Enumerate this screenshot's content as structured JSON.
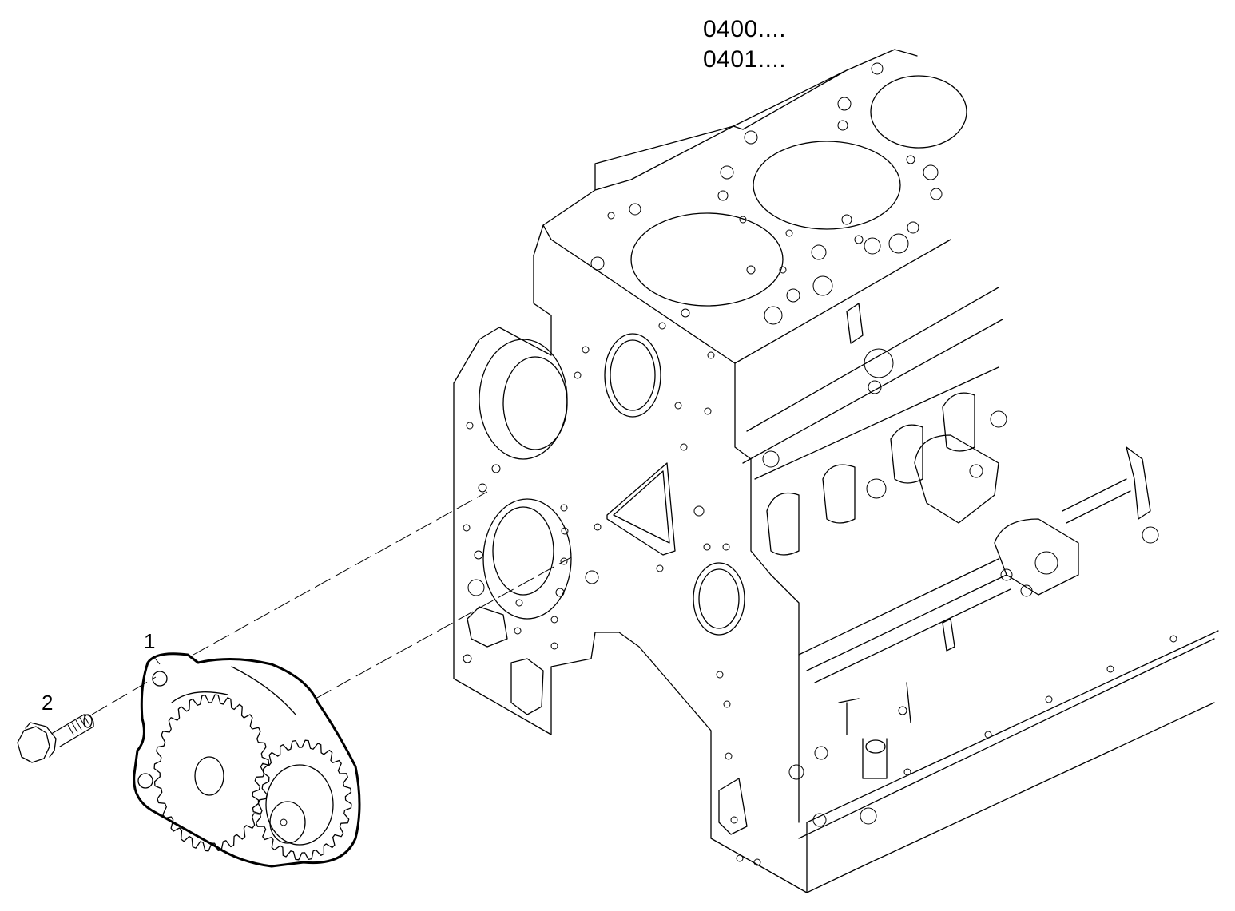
{
  "reference_codes": [
    "0400....",
    "0401...."
  ],
  "callouts": {
    "oil_pump": "1",
    "bolt": "2"
  },
  "colors": {
    "line": "#000000",
    "background": "#ffffff"
  }
}
